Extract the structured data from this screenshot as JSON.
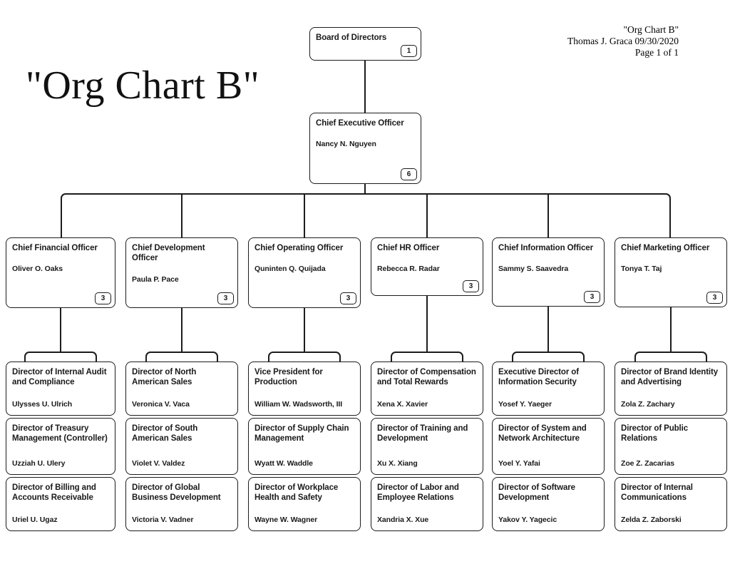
{
  "header": {
    "title_line": "\"Org Chart B\"",
    "author_line": "Thomas J. Graca 09/30/2020",
    "page_line": "Page 1 of 1"
  },
  "page_title": "\"Org Chart B\"",
  "colors": {
    "line": "#1c1c1c",
    "box_border": "#1c1c1c",
    "text": "#1a1a1a",
    "background": "#ffffff"
  },
  "org": {
    "root": {
      "title": "Board of Directors",
      "badge": "1"
    },
    "ceo": {
      "title": "Chief Executive Officer",
      "name": "Nancy N. Nguyen",
      "badge": "6"
    },
    "columns": [
      {
        "chief": {
          "title": "Chief Financial Officer",
          "name": "Oliver O. Oaks",
          "badge": "3"
        },
        "reports": [
          {
            "title": "Director of Internal Audit and Compliance",
            "name": "Ulysses U. Ulrich"
          },
          {
            "title": "Director of Treasury Management (Controller)",
            "name": "Uzziah U. Ulery"
          },
          {
            "title": "Director of Billing and Accounts Receivable",
            "name": "Uriel U. Ugaz"
          }
        ]
      },
      {
        "chief": {
          "title": "Chief Development Officer",
          "name": "Paula P. Pace",
          "badge": "3"
        },
        "reports": [
          {
            "title": "Director of North American Sales",
            "name": "Veronica V. Vaca"
          },
          {
            "title": "Director of South American Sales",
            "name": "Violet V. Valdez"
          },
          {
            "title": "Director of Global Business Development",
            "name": "Victoria V. Vadner"
          }
        ]
      },
      {
        "chief": {
          "title": "Chief Operating Officer",
          "name": "Quninten Q. Quijada",
          "badge": "3"
        },
        "reports": [
          {
            "title": "Vice President for Production",
            "name": "William W. Wadsworth, III"
          },
          {
            "title": "Director of Supply Chain Management",
            "name": "Wyatt W. Waddle"
          },
          {
            "title": "Director of Workplace Health and Safety",
            "name": "Wayne W. Wagner"
          }
        ]
      },
      {
        "chief": {
          "title": "Chief HR Officer",
          "name": "Rebecca R. Radar",
          "badge": "3"
        },
        "reports": [
          {
            "title": "Director of Compensation and Total Rewards",
            "name": "Xena X. Xavier"
          },
          {
            "title": "Director of Training and Development",
            "name": "Xu X. Xiang"
          },
          {
            "title": "Director of Labor and Employee Relations",
            "name": "Xandria X. Xue"
          }
        ]
      },
      {
        "chief": {
          "title": "Chief Information Officer",
          "name": "Sammy S. Saavedra",
          "badge": "3"
        },
        "reports": [
          {
            "title": "Executive Director of Information Security",
            "name": "Yosef Y. Yaeger"
          },
          {
            "title": "Director of System and Network Architecture",
            "name": "Yoel Y. Yafai"
          },
          {
            "title": "Director of Software Development",
            "name": "Yakov Y. Yagecic"
          }
        ]
      },
      {
        "chief": {
          "title": "Chief Marketing Officer",
          "name": "Tonya T. Taj",
          "badge": "3"
        },
        "reports": [
          {
            "title": "Director of Brand Identity and Advertising",
            "name": "Zola Z. Zachary"
          },
          {
            "title": "Director of Public Relations",
            "name": "Zoe Z. Zacarias"
          },
          {
            "title": "Director of Internal Communications",
            "name": "Zelda Z. Zaborski"
          }
        ]
      }
    ]
  }
}
